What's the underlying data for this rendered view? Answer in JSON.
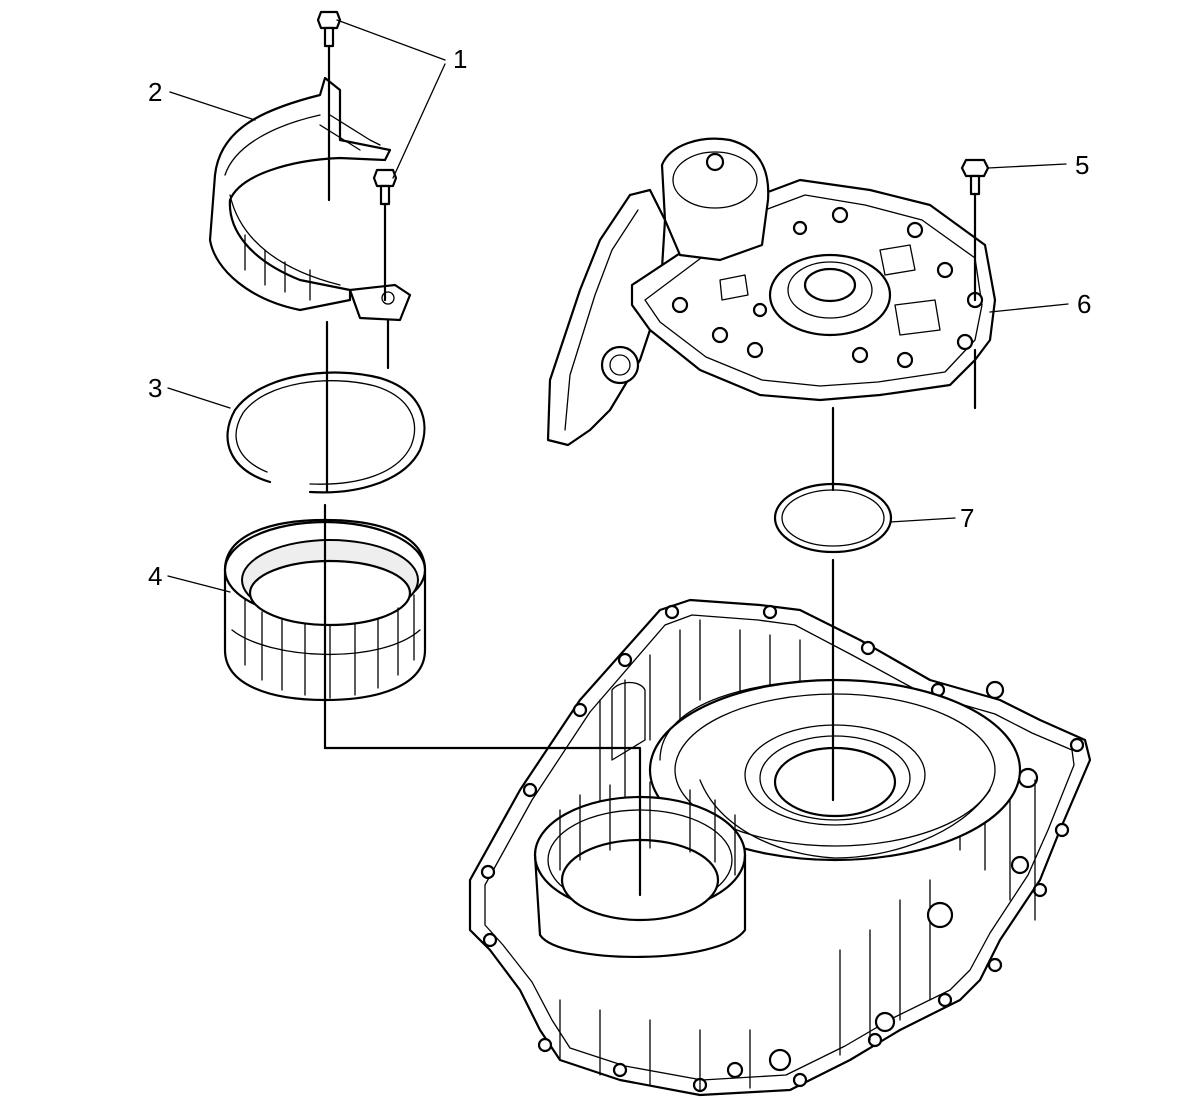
{
  "diagram": {
    "callouts": [
      "1",
      "2",
      "3",
      "4",
      "5",
      "6",
      "7"
    ],
    "parts": {
      "bolts_upper_left": "1",
      "shield": "2",
      "snap_ring": "3",
      "ring_gear": "4",
      "bolt_right": "5",
      "valve_body": "6",
      "seal_ring": "7",
      "case": ""
    }
  }
}
